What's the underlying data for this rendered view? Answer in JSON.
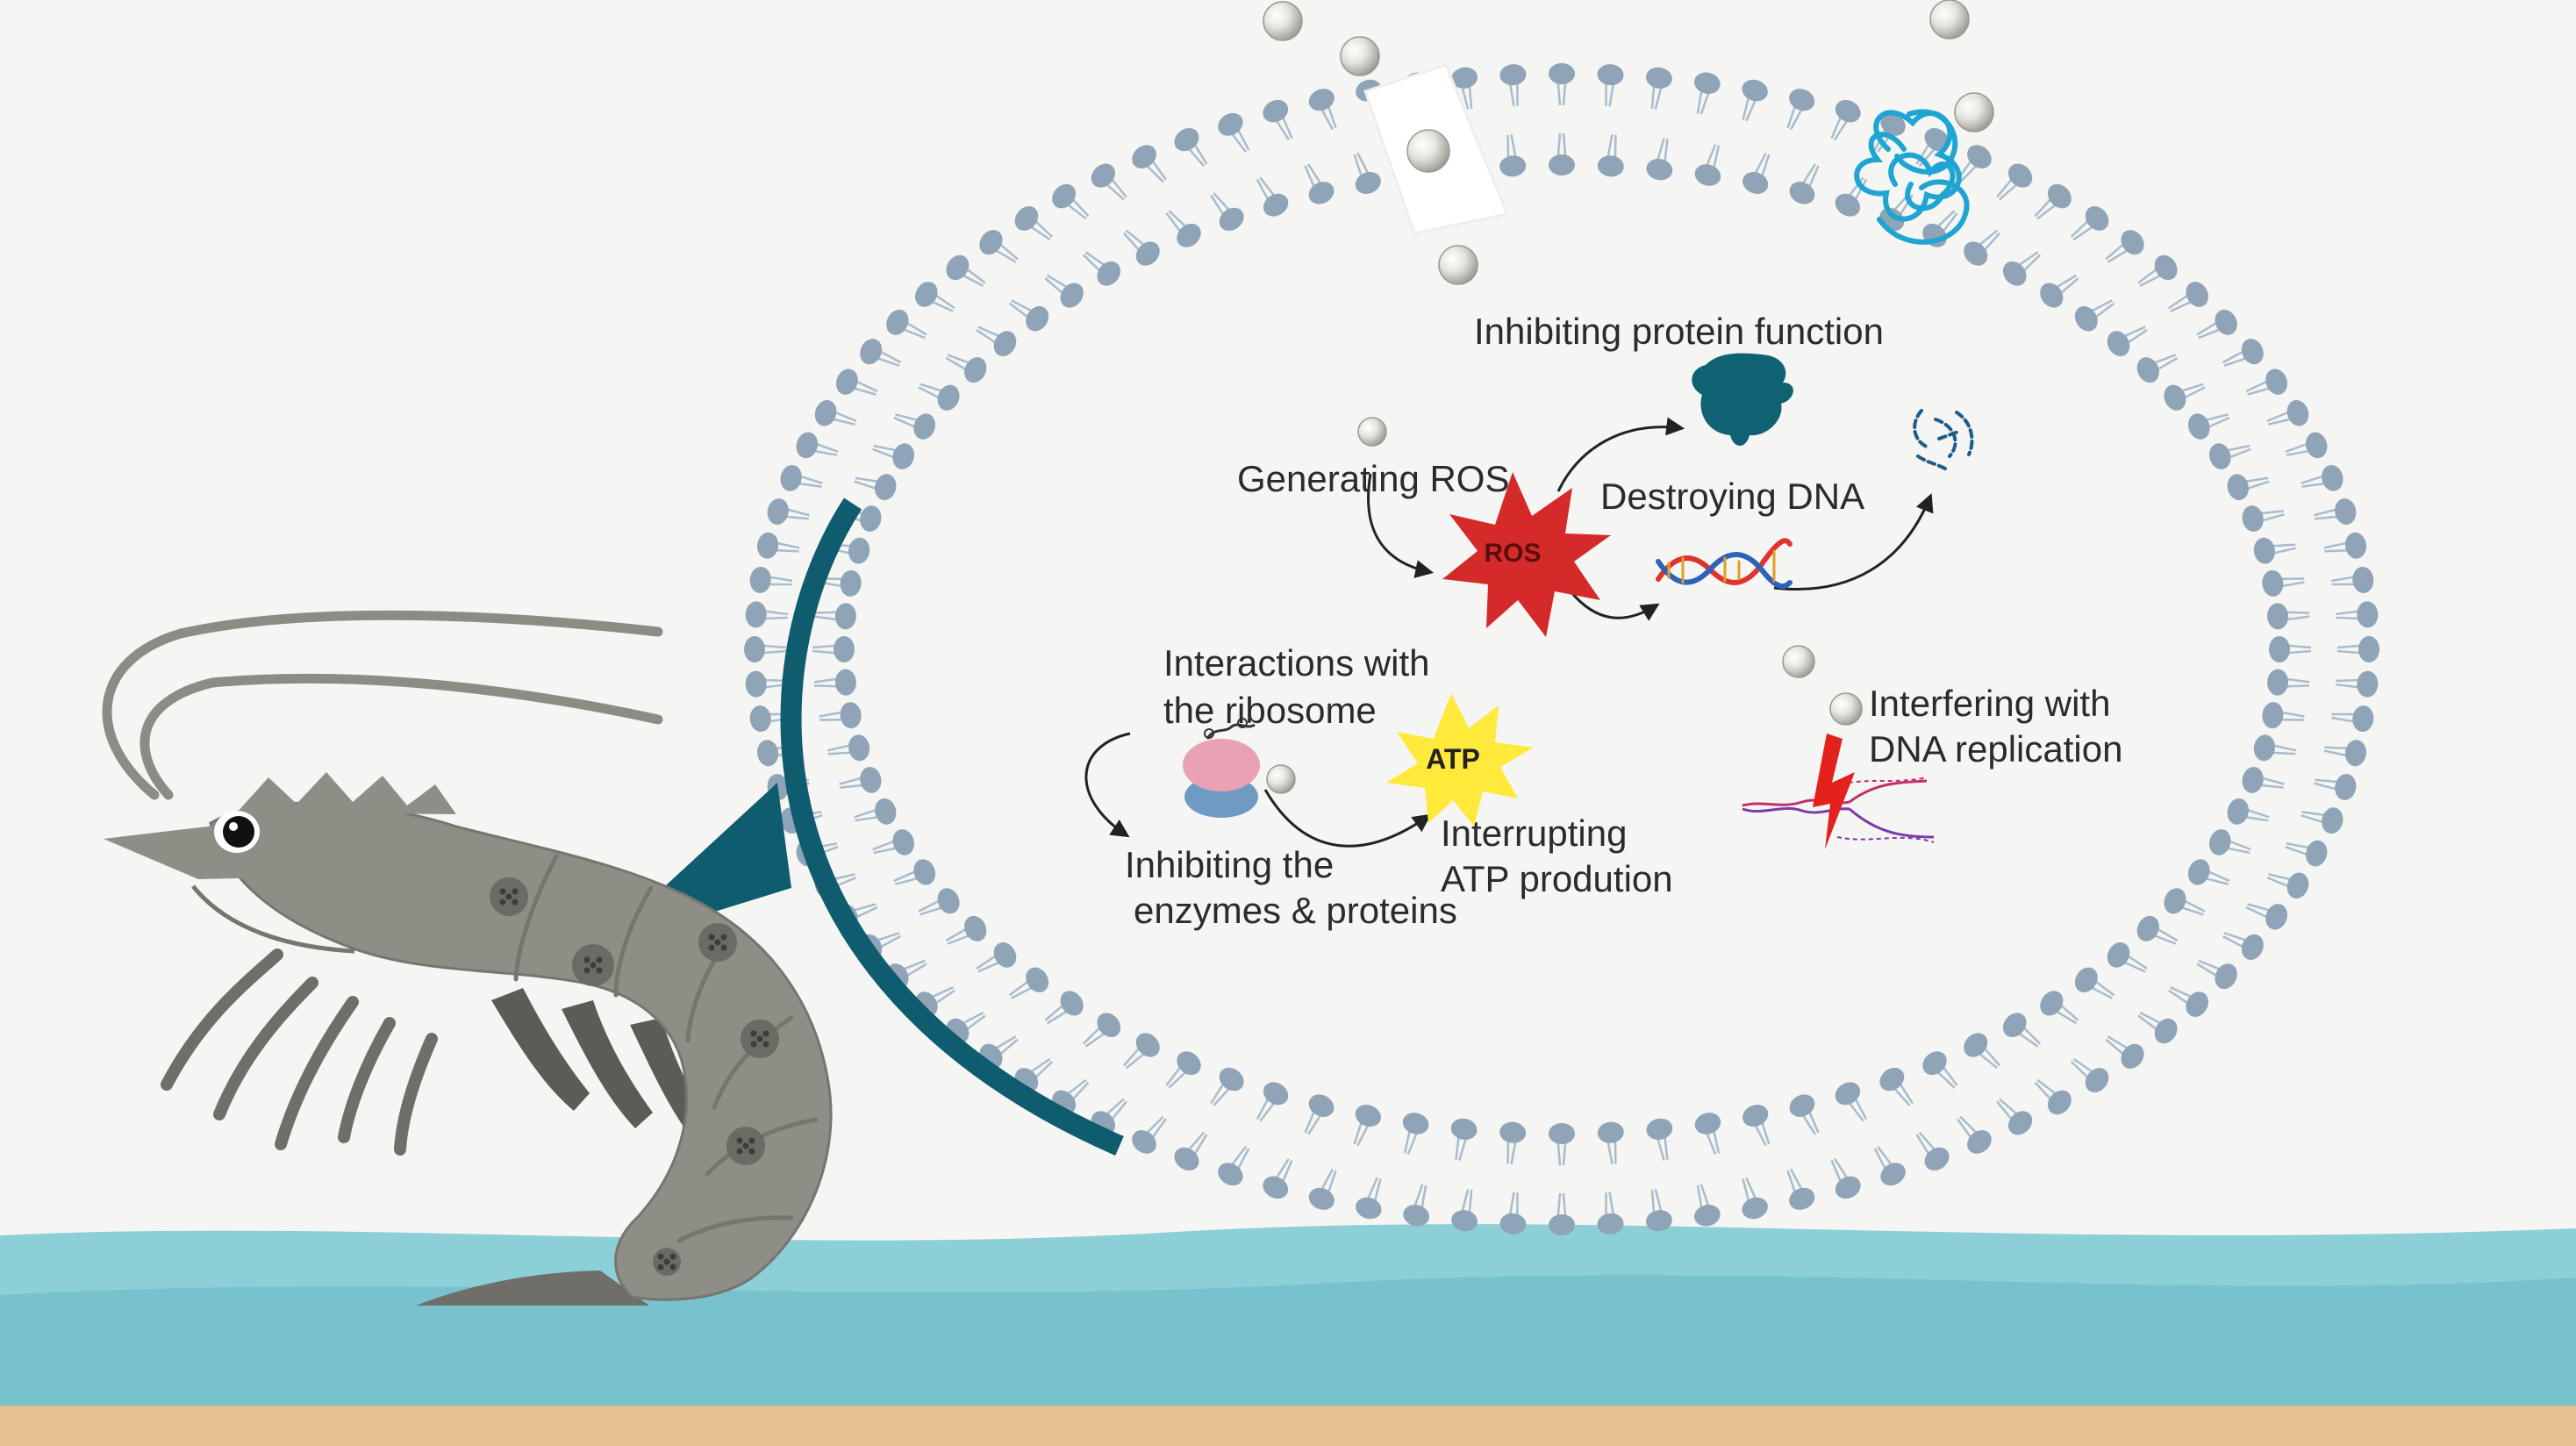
{
  "labels": {
    "inhibiting_protein": "Inhibiting protein function",
    "generating_ros": "Generating ROS",
    "destroying_dna": "Destroying DNA",
    "ribosome_line1": "Interactions with",
    "ribosome_line2": "the ribosome",
    "enzymes_line1": "Inhibiting the",
    "enzymes_line2": "enzymes & proteins",
    "atp_line1": "Interrupting",
    "atp_line2": "ATP prodution",
    "replication_line1": "Interfering with",
    "replication_line2": "DNA replication"
  },
  "badges": {
    "ros": "ROS",
    "atp": "ATP"
  },
  "colors": {
    "background": "#f5f5f4",
    "lipid_head": "#8fa4b6",
    "lipid_tail": "#a9bccb",
    "teal": "#0f5c6e",
    "ros_red": "#d42a2a",
    "atp_yellow": "#ffe93a",
    "shrimp_body": "#8f8e86",
    "water_light": "#8ccfd6",
    "water_dark": "#77c2cd",
    "sand": "#e6c28f",
    "particle": "#d4d4cc",
    "ribosome_top": "#e9a2b4",
    "ribosome_bottom": "#6f9bc2",
    "protein_blob": "#0e6272",
    "tangle_blue": "#1fa5d2",
    "lightning": "#e3211d"
  }
}
